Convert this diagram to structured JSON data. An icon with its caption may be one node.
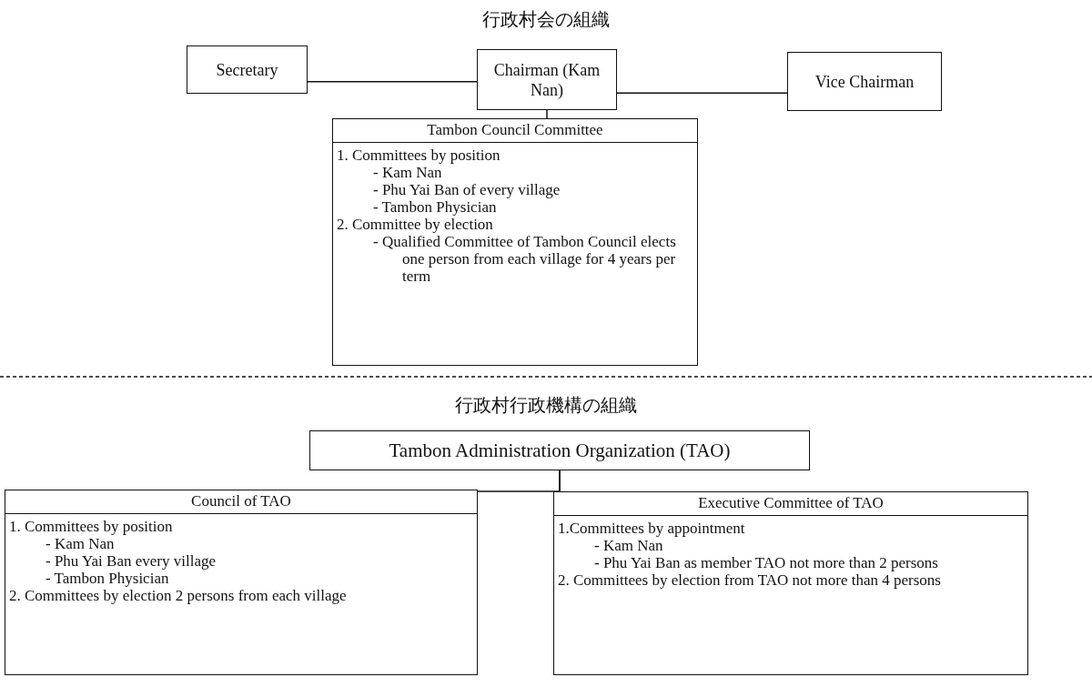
{
  "diagram": {
    "nodes": [
      {
        "text": [
          "Secretary"
        ]
      },
      {
        "text": [
          "Chairman (Kam Nan)"
        ]
      },
      {
        "text": [
          "Vice Chairman"
        ]
      },
      {
        "text": [
          "Tambon Council Committee",
          "1. Committees by position",
          "- Kam Nan",
          "- Phu Yai Ban of every village",
          "- Tambon Physician",
          "2. Committee by election",
          "- Qualified Committee of Tambon Council elects one person from each village for 4 years per term"
        ]
      },
      {
        "text": [
          "Tambon Administration Organization (TAO)"
        ]
      },
      {
        "text": [
          "Council of TAO",
          "1. Committees by position",
          "- Kam Nan",
          "- Phu Yai Ban every village",
          "- Tambon Physician",
          "2. Committees by election 2 persons from each village"
        ]
      },
      {
        "text": [
          "Executive Committee of TAO",
          "1.Committees by appointment",
          "- Kam Nan",
          "- Phu Yai Ban as member TAO not more than 2 persons",
          "2. Committees by election from TAO not more than 4 persons"
        ]
      }
    ],
    "edges": [
      {
        "from": 0,
        "to": 1,
        "arrow": "none"
      },
      {
        "from": 1,
        "to": 2,
        "arrow": "none"
      },
      {
        "from": 1,
        "to": 3,
        "arrow": "none"
      },
      {
        "from": 4,
        "to": 5,
        "arrow": "none"
      },
      {
        "from": 4,
        "to": 6,
        "arrow": "none"
      }
    ],
    "labels": [
      "行政村会の組織",
      "行政村行政機構の組織"
    ]
  }
}
